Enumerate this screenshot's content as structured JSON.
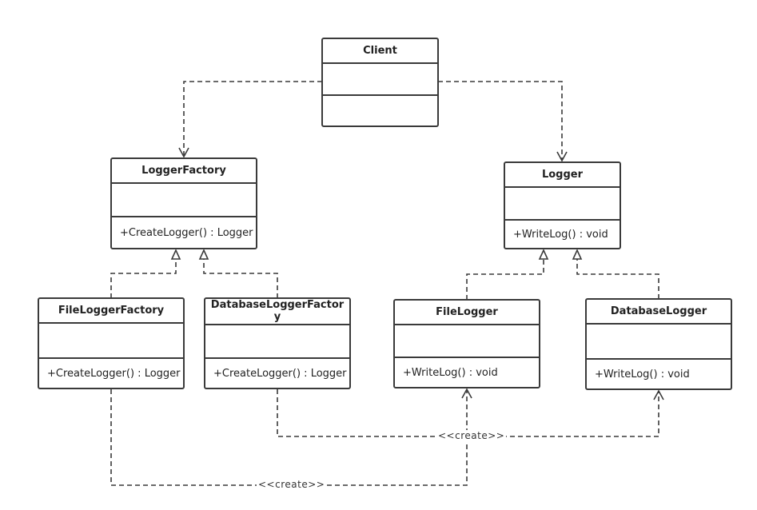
{
  "classes": {
    "client": {
      "name": "Client",
      "operation": ""
    },
    "logger_factory": {
      "name": "LoggerFactory",
      "operation": "+CreateLogger() : Logger"
    },
    "logger": {
      "name": "Logger",
      "operation": "+WriteLog() : void"
    },
    "file_logger_factory": {
      "name": "FileLoggerFactory",
      "operation": "+CreateLogger() : Logger"
    },
    "database_logger_factory": {
      "name": "DatabaseLoggerFactory",
      "operation": "+CreateLogger() : Logger"
    },
    "file_logger": {
      "name": "FileLogger",
      "operation": "+WriteLog() : void"
    },
    "database_logger": {
      "name": "DatabaseLogger",
      "operation": "+WriteLog() : void"
    }
  },
  "stereotypes": {
    "create_upper": "<<create>>",
    "create_lower": "<<create>>"
  },
  "colors": {
    "stroke": "#3a3a3a",
    "background": "#ffffff"
  }
}
